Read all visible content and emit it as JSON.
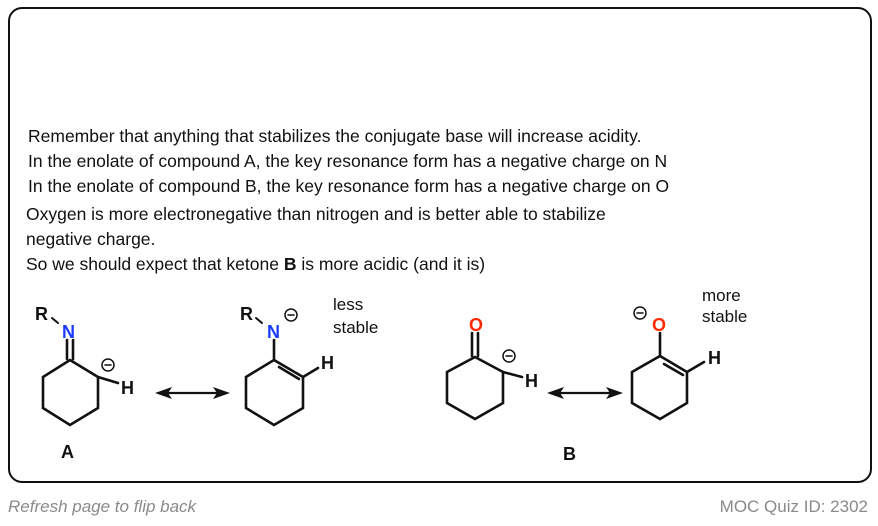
{
  "text_lines": [
    "Remember that anything that stabilizes the conjugate base will increase acidity.",
    "In the enolate of compound A, the key resonance form has a negative charge on N",
    "In the enolate of compound B, the key resonance form has a negative charge on O",
    "Oxygen is more electronegative than nitrogen and is better able to stabilize",
    "negative charge."
  ],
  "conclusion": {
    "before": "So we should expect that ketone ",
    "bold": "B",
    "after": " is more acidic (and it is)"
  },
  "diagram": {
    "label_a": "A",
    "label_b": "B",
    "r": "R",
    "n": "N",
    "o": "O",
    "h": "H",
    "minus": "−",
    "less": "less",
    "more": "more",
    "stable": "stable",
    "colors": {
      "nitrogen": "#1a3cff",
      "oxygen": "#ff2a00"
    }
  },
  "footer": {
    "refresh": "Refresh page to flip back",
    "quiz_id": "MOC Quiz ID: 2302"
  }
}
